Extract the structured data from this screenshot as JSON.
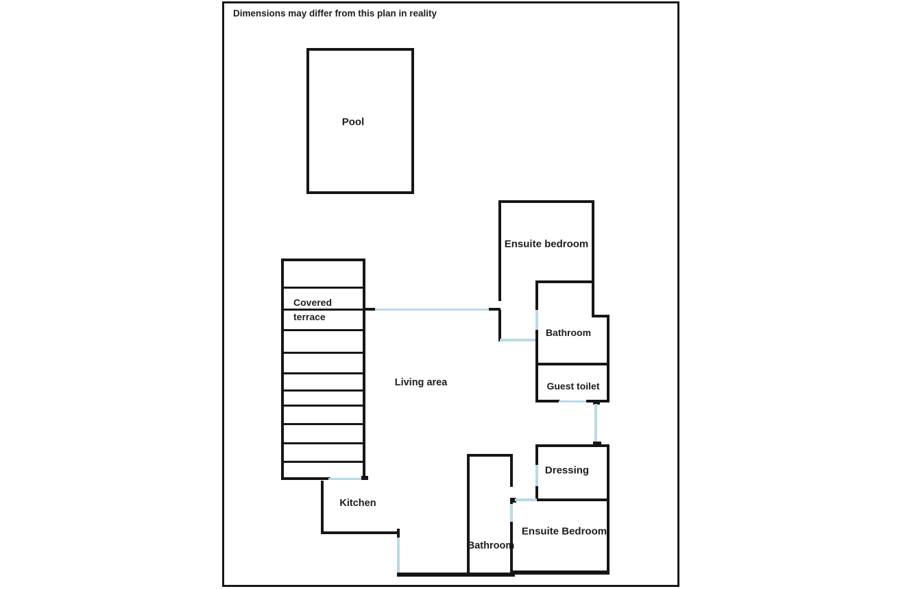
{
  "plan": {
    "disclaimer": "Dimensions may differ from this plan in reality",
    "rooms": {
      "pool": "Pool",
      "covered_terrace_line1": "Covered",
      "covered_terrace_line2": "terrace",
      "living_area": "Living area",
      "kitchen": "Kitchen",
      "ensuite_bedroom_top": "Ensuite bedroom",
      "bathroom_top": "Bathroom",
      "guest_toilet": "Guest toilet",
      "dressing": "Dressing",
      "ensuite_bedroom_bottom": "Ensuite Bedroom",
      "bathroom_bottom": "Bathroom"
    }
  },
  "colors": {
    "wall": "#161616",
    "opening": "#b8dbe6",
    "background": "#ffffff",
    "text": "#1c1c1c"
  }
}
